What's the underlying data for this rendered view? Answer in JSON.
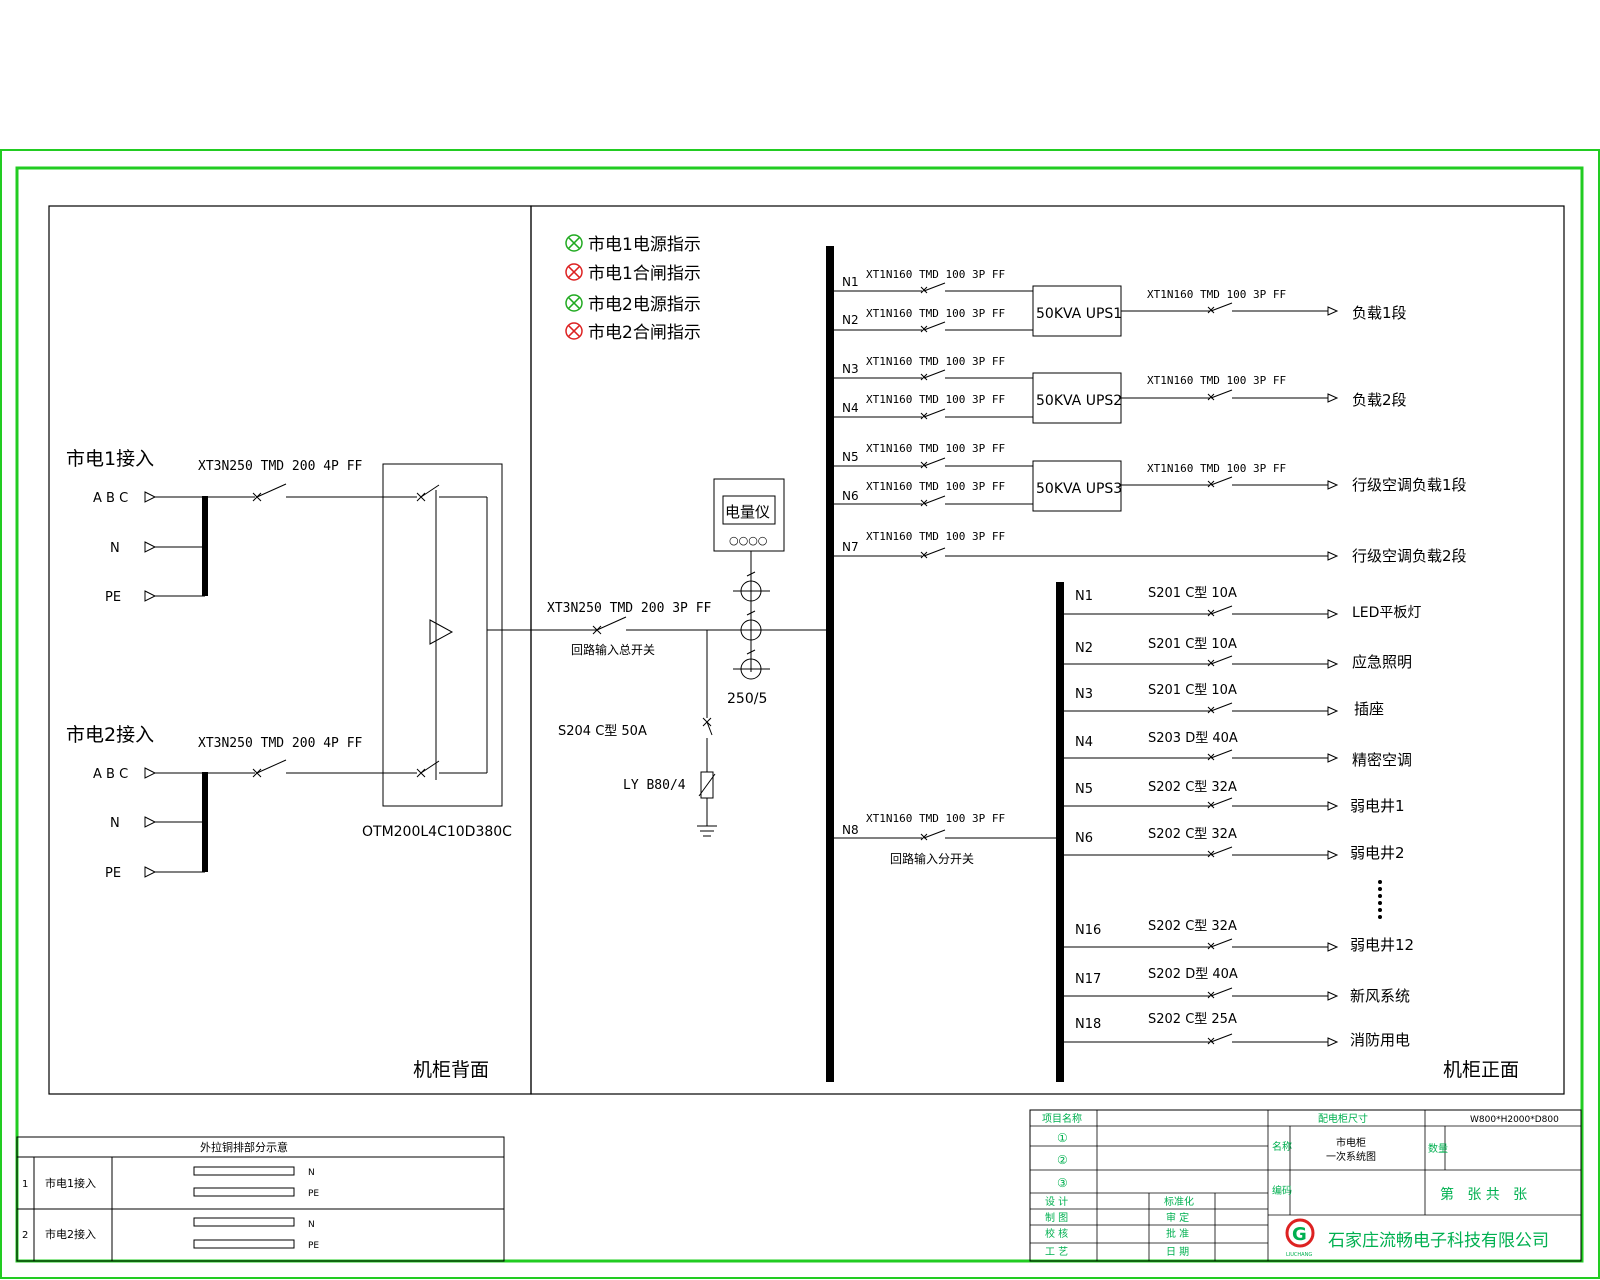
{
  "indicators": [
    {
      "label": "市电1电源指示",
      "color": "#22aa22"
    },
    {
      "label": "市电1合闸指示",
      "color": "#dd2222"
    },
    {
      "label": "市电2电源指示",
      "color": "#22aa22"
    },
    {
      "label": "市电2合闸指示",
      "color": "#dd2222"
    }
  ],
  "left_panel": {
    "mains1_title": "市电1接入",
    "mains2_title": "市电2接入",
    "phase_abc": "A B C",
    "phase_n": "N",
    "phase_pe": "PE",
    "breaker1": "XT3N250 TMD 200 4P FF",
    "breaker2": "XT3N250 TMD 200 4P FF",
    "ats_model": "OTM200L4C10D380C",
    "footer": "机柜背面"
  },
  "middle": {
    "main_breaker": "XT3N250 TMD 200 3P FF",
    "main_breaker_desc": "回路输入总开关",
    "meter_label": "电量仪",
    "ct_ratio": "250/5",
    "spd_breaker": "S204 C型 50A",
    "spd_model": "LY B80/4"
  },
  "right_panel": {
    "footer": "机柜正面",
    "n8_desc": "回路输入分开关",
    "feeders": [
      {
        "id": "N1",
        "breaker": "XT1N160 TMD 100 3P FF"
      },
      {
        "id": "N2",
        "breaker": "XT1N160 TMD 100 3P FF"
      },
      {
        "id": "N3",
        "breaker": "XT1N160 TMD 100 3P FF"
      },
      {
        "id": "N4",
        "breaker": "XT1N160 TMD 100 3P FF"
      },
      {
        "id": "N5",
        "breaker": "XT1N160 TMD 100 3P FF"
      },
      {
        "id": "N6",
        "breaker": "XT1N160 TMD 100 3P FF"
      },
      {
        "id": "N7",
        "breaker": "XT1N160 TMD 100 3P FF"
      },
      {
        "id": "N8",
        "breaker": "XT1N160 TMD 100 3P FF"
      }
    ],
    "ups": [
      {
        "label": "50KVA UPS1",
        "out_breaker": "XT1N160 TMD 100 3P FF",
        "load": "负载1段"
      },
      {
        "label": "50KVA UPS2",
        "out_breaker": "XT1N160 TMD 100 3P FF",
        "load": "负载2段"
      },
      {
        "label": "50KVA UPS3",
        "out_breaker": "XT1N160 TMD 100 3P FF",
        "load": "行级空调负载1段"
      }
    ],
    "n7_load": "行级空调负载2段",
    "sub_circuits": [
      {
        "id": "N1",
        "breaker": "S201 C型 10A",
        "load": "LED平板灯"
      },
      {
        "id": "N2",
        "breaker": "S201 C型 10A",
        "load": "应急照明"
      },
      {
        "id": "N3",
        "breaker": "S201 C型 10A",
        "load": "插座"
      },
      {
        "id": "N4",
        "breaker": "S203 D型 40A",
        "load": "精密空调"
      },
      {
        "id": "N5",
        "breaker": "S202 C型 32A",
        "load": "弱电井1"
      },
      {
        "id": "N6",
        "breaker": "S202 C型 32A",
        "load": "弱电井2"
      },
      {
        "id": "N16",
        "breaker": "S202 C型 32A",
        "load": "弱电井12"
      },
      {
        "id": "N17",
        "breaker": "S202 D型 40A",
        "load": "新风系统"
      },
      {
        "id": "N18",
        "breaker": "S202 C型 25A",
        "load": "消防用电"
      }
    ]
  },
  "busbar_table": {
    "title": "外拉铜排部分示意",
    "rows": [
      {
        "no": "1",
        "name": "市电1接入",
        "bar1": "N",
        "bar2": "PE"
      },
      {
        "no": "2",
        "name": "市电2接入",
        "bar1": "N",
        "bar2": "PE"
      }
    ]
  },
  "title_block": {
    "project_name_label": "项目名称",
    "cabinet_size_label": "配电柜尺寸",
    "cabinet_size": "W800*H2000*D800",
    "circle1": "①",
    "circle2": "②",
    "circle3": "③",
    "name_label": "名称",
    "name_value_1": "市电柜",
    "name_value_2": "一次系统图",
    "quantity_label": "数量",
    "code_label": "编码",
    "design": "设 计",
    "drawing": "制 图",
    "check": "校 核",
    "process": "工 艺",
    "standard": "标准化",
    "review": "审 定",
    "approve": "批 准",
    "date": "日 期",
    "sheet": "第   张 共   张",
    "company": "石家庄流畅电子科技有限公司",
    "logo_letter": "G",
    "logo_text": "LIUCHANG"
  }
}
